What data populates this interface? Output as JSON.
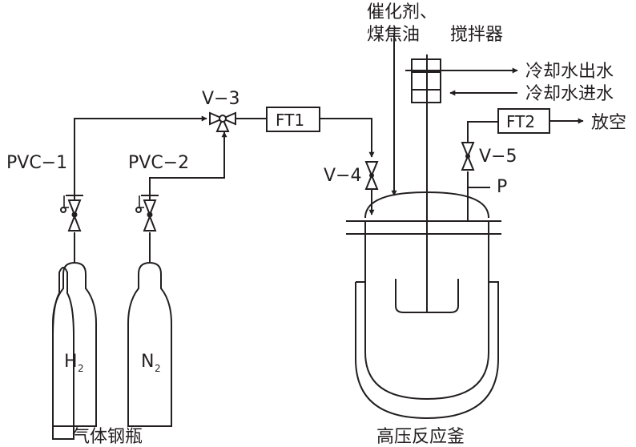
{
  "colors": {
    "ink": "#231f20",
    "background": "#ffffff"
  },
  "labels": {
    "catalyst_line1": "催化剂、",
    "catalyst_line2": "煤焦油",
    "stirrer": "搅拌器",
    "cooling_out": "冷却水出水",
    "cooling_in": "冷却水进水",
    "vent": "放空",
    "pvc1": "PVC−1",
    "pvc2": "PVC−2",
    "v3": "V−3",
    "v4": "V−4",
    "v5": "V−5",
    "ft1": "FT1",
    "ft2": "FT2",
    "p": "P",
    "h2_main": "H",
    "h2_sub": "2",
    "n2_main": "N",
    "n2_sub": "2",
    "cylinders_caption": "气体钢瓶",
    "reactor_caption": "高压反应釜"
  }
}
